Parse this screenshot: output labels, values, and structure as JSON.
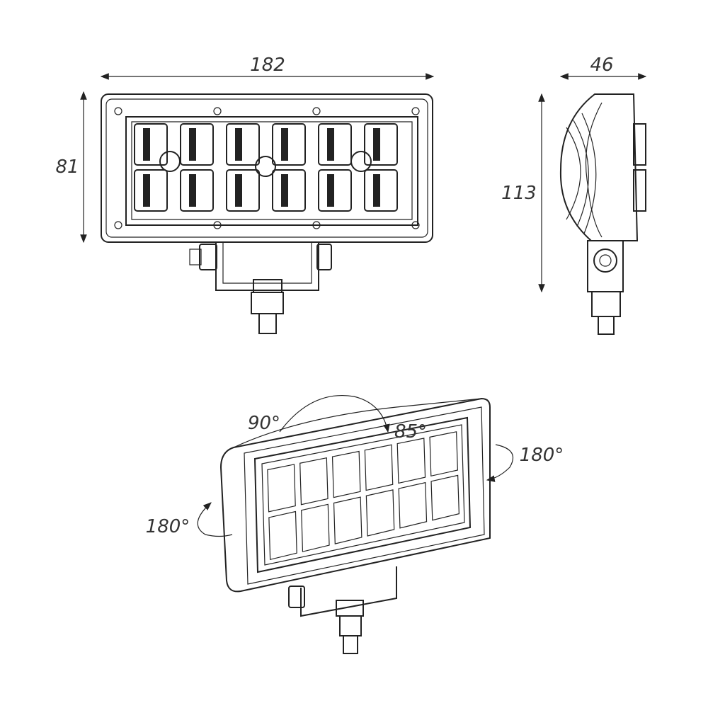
{
  "dimensions": {
    "front_width": "182",
    "front_height": "81",
    "side_depth": "46",
    "side_height": "113"
  },
  "rotation_angles": {
    "tilt_up": "90°",
    "tilt_down": "85°",
    "rotate_right": "180°",
    "rotate_left": "180°"
  },
  "led_count": 12
}
